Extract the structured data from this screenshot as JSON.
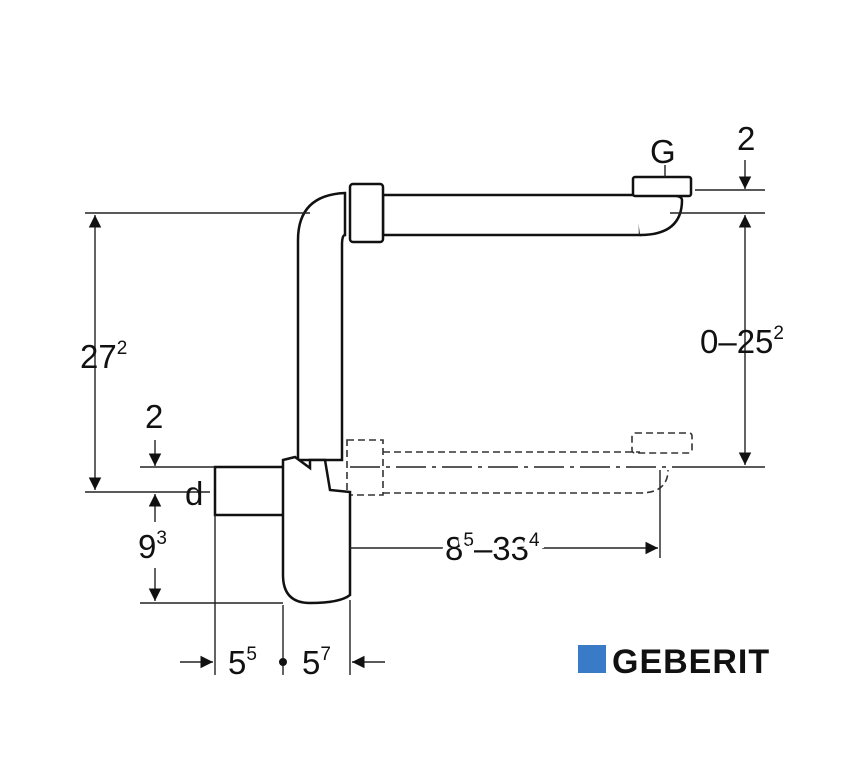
{
  "labels": {
    "g": "G",
    "top_gap": "2",
    "height_total": {
      "main": "27",
      "sup": "2"
    },
    "height_range": {
      "main": "0–25",
      "sup": "2"
    },
    "inlet_gap": "2",
    "diameter": "d",
    "trap_depth": {
      "main": "9",
      "sup": "3"
    },
    "length_range": {
      "main": "8",
      "sup1": "5",
      "mid": "–33",
      "sup2": "4"
    },
    "left_width": {
      "main": "5",
      "sup": "5"
    },
    "right_width": {
      "main": "5",
      "sup": "7"
    }
  },
  "logo": {
    "text": "GEBERIT",
    "color": "#3a7bc8"
  }
}
